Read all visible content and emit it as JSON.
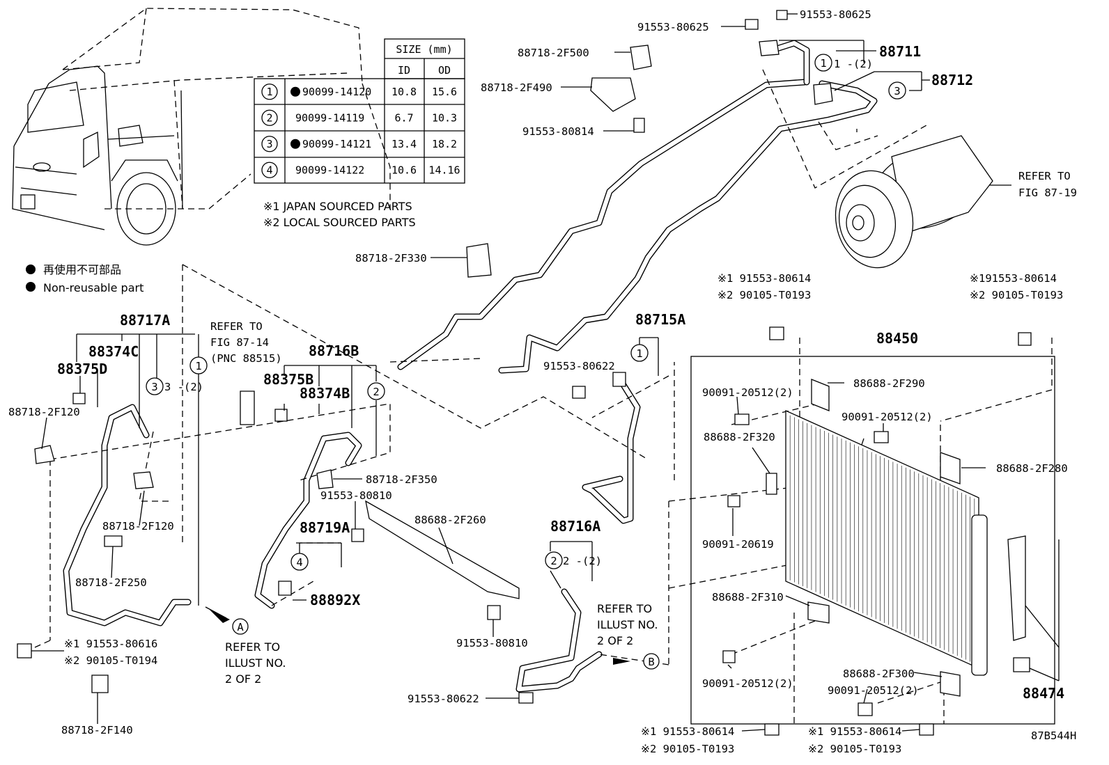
{
  "size_table": {
    "header": "SIZE (mm)",
    "col_id": "ID",
    "col_od": "OD",
    "rows": [
      {
        "num": "1",
        "pn": "90099-14120",
        "non_reusable": true,
        "id": "10.8",
        "od": "15.6"
      },
      {
        "num": "2",
        "pn": "90099-14119",
        "non_reusable": false,
        "id": "6.7",
        "od": "10.3"
      },
      {
        "num": "3",
        "pn": "90099-14121",
        "non_reusable": true,
        "id": "13.4",
        "od": "18.2"
      },
      {
        "num": "4",
        "pn": "90099-14122",
        "non_reusable": false,
        "id": "10.6",
        "od": "14.16"
      }
    ]
  },
  "notes": {
    "japan": "※1 JAPAN SOURCED PARTS",
    "local": "※2 LOCAL SOURCED PARTS"
  },
  "legend": {
    "jp": "再使用不可部品",
    "en": "Non-reusable part"
  },
  "fig_id": "87B544H",
  "refer": {
    "fig_87_19": [
      "REFER TO",
      "FIG 87-19"
    ],
    "fig_87_14": [
      "REFER TO",
      "FIG 87-14",
      "(PNC 88515)"
    ],
    "illust_a": [
      "REFER TO",
      "ILLUST NO.",
      "2 OF 2"
    ],
    "illust_b": [
      "REFER TO",
      "ILLUST NO.",
      "2 OF 2"
    ],
    "marker_a": "A",
    "marker_b": "B"
  },
  "assemblies": {
    "a88711": "88711",
    "a88712": "88712",
    "a88717A": "88717A",
    "a88374C": "88374C",
    "a88375D": "88375D",
    "a88716B": "88716B",
    "a88375B": "88375B",
    "a88374B": "88374B",
    "a88715A": "88715A",
    "a88450": "88450",
    "a88719A": "88719A",
    "a88892X": "88892X",
    "a88716A": "88716A",
    "a88474": "88474"
  },
  "parts": {
    "p_80625_a": "91553-80625",
    "p_80625_b": "91553-80625",
    "p_2f500": "88718-2F500",
    "p_2f490": "88718-2F490",
    "p_80814": "91553-80814",
    "p_2f330": "88718-2F330",
    "p_x1_80614_a": "※1 91553-80614",
    "p_x2_t0193_a": "※2 90105-T0193",
    "p_x1_80614_b": "※191553-80614",
    "p_x2_t0193_b": "※2 90105-T0193",
    "p_80622_a": "91553-80622",
    "p_2f290": "88688-2F290",
    "p_20512_a": "90091-20512(2)",
    "p_20512_b": "90091-20512(2)",
    "p_2f320": "88688-2F320",
    "p_2f280": "88688-2F280",
    "p_20619": "90091-20619",
    "p_2f310": "88688-2F310",
    "p_20512_c": "90091-20512(2)",
    "p_2f300": "88688-2F300",
    "p_20512_d": "90091-20512(2)",
    "p_x1_80614_c": "※1 91553-80614",
    "p_x2_t0193_c": "※2 90105-T0193",
    "p_x1_80614_d": "※1 91553-80614",
    "p_x2_t0193_d": "※2 90105-T0193",
    "p_2f120_a": "88718-2F120",
    "p_2f120_b": "88718-2F120",
    "p_2f250": "88718-2F250",
    "p_x1_80616": "※1 91553-80616",
    "p_x2_t0194": "※2 90105-T0194",
    "p_2f140": "88718-2F140",
    "p_2f350": "88718-2F350",
    "p_80810_a": "91553-80810",
    "p_2f260": "88688-2F260",
    "p_80810_b": "91553-80810",
    "p_80622_b": "91553-80622",
    "c3_2": "3 -(2)",
    "c1_2": "1 -(2)",
    "c2_2": "2 -(2)"
  },
  "circles": {
    "one": "1",
    "two": "2",
    "three": "3",
    "four": "4"
  }
}
